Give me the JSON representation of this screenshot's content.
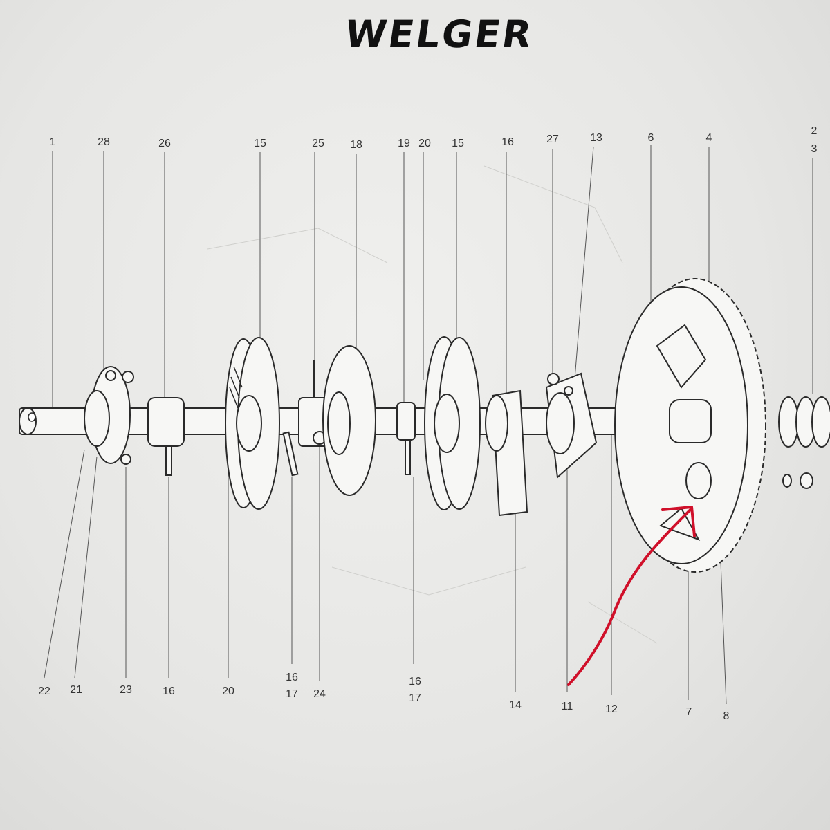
{
  "header": {
    "brand": "WELGER"
  },
  "callouts": {
    "top": [
      "1",
      "28",
      "26",
      "15",
      "25",
      "18",
      "19",
      "20",
      "15",
      "16",
      "27",
      "13",
      "6",
      "4",
      "2",
      "3"
    ],
    "bottom": [
      "22",
      "21",
      "23",
      "16",
      "20",
      "16",
      "17",
      "24",
      "16",
      "17",
      "14",
      "11",
      "12",
      "7",
      "8"
    ]
  },
  "annotation": {
    "color": "#d0102a"
  }
}
